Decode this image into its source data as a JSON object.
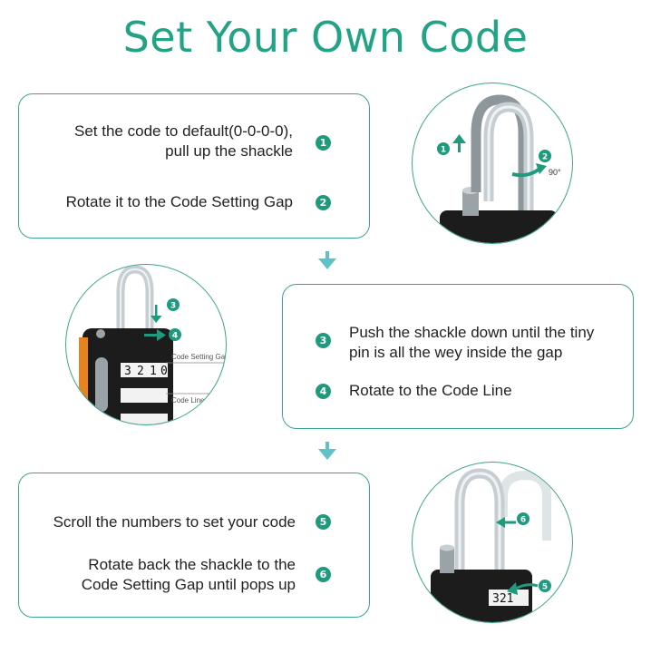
{
  "title": "Set Your Own  Code",
  "steps": [
    {
      "num": "1",
      "text_l1": "Set the code to default(0-0-0-0),",
      "text_l2": "pull up the shackle"
    },
    {
      "num": "2",
      "text_l1": "Rotate it to the Code Setting Gap"
    },
    {
      "num": "3",
      "text_l1": "Push the shackle down until the tiny",
      "text_l2": "pin is all the wey inside the gap"
    },
    {
      "num": "4",
      "text_l1": "Rotate to the Code Line"
    },
    {
      "num": "5",
      "text_l1": "Scroll the numbers to set your code"
    },
    {
      "num": "6",
      "text_l1": "Rotate back the shackle to the",
      "text_l2": "Code Setting Gap until pops up"
    }
  ],
  "illustration": {
    "angle_label": "90°",
    "gap_label": "Code Setting Gap",
    "line_label": "Code Line",
    "dial_digits": [
      "3",
      "2",
      "1",
      "0"
    ]
  },
  "colors": {
    "accent": "#23a386",
    "badge": "#1f9a7c",
    "lock_body": "#1c1c1c",
    "orange": "#e8821e"
  }
}
